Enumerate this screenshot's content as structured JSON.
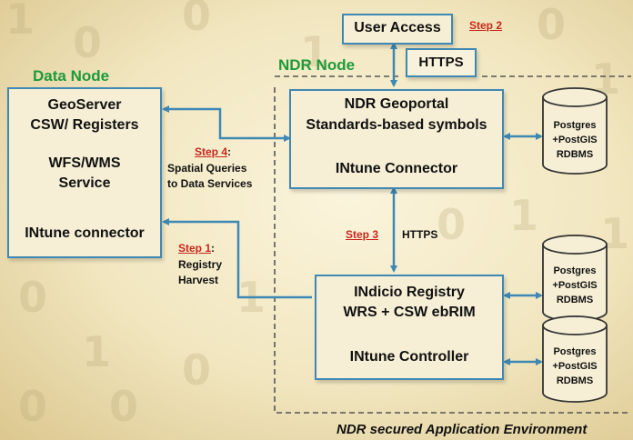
{
  "titles": {
    "data_node": "Data Node",
    "ndr_node": "NDR Node",
    "environment": "NDR secured Application Environment"
  },
  "user_access": {
    "label": "User Access",
    "step": "Step 2",
    "https": "HTTPS"
  },
  "data_node_box": {
    "line1": "GeoServer",
    "line2": "CSW/ Registers",
    "line3": "WFS/WMS",
    "line4": "Service",
    "line5": "INtune connector"
  },
  "geoportal_box": {
    "line1": "NDR Geoportal",
    "line2": "Standards-based symbols",
    "line3": "INtune Connector"
  },
  "registry_box": {
    "line1": "INdicio Registry",
    "line2": "WRS + CSW ebRIM",
    "line3": "INtune Controller"
  },
  "databases": [
    {
      "line1": "Postgres",
      "line2": "+PostGIS",
      "line3": "RDBMS"
    },
    {
      "line1": "Postgres",
      "line2": "+PostGIS",
      "line3": "RDBMS"
    },
    {
      "line1": "Postgres",
      "line2": "+PostGIS",
      "line3": "RDBMS"
    }
  ],
  "step4": {
    "step": "Step 4",
    "colon": ":",
    "line1": "Spatial Queries",
    "line2": "to Data Services"
  },
  "step1": {
    "step": "Step 1",
    "colon": ":",
    "line1": "Registry",
    "line2": "Harvest"
  },
  "step3": {
    "step": "Step 3",
    "https": "HTTPS"
  },
  "colors": {
    "box_border": "#3e88b3",
    "arrow": "#3e88b3",
    "title_green": "#1f9a3a",
    "step_red": "#c8271b",
    "dashed": "#555555"
  }
}
